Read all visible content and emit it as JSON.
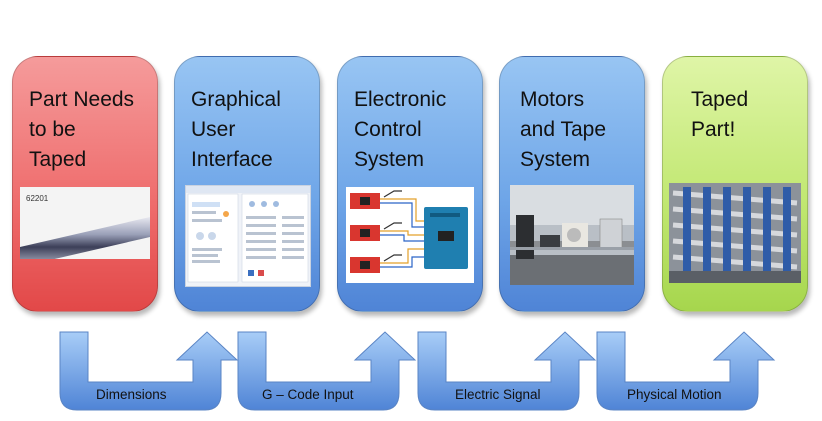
{
  "stages": [
    {
      "title": "Part Needs\nto be\nTaped",
      "image_text": "62201"
    },
    {
      "title": "Graphical\nUser\nInterface"
    },
    {
      "title": "Electronic\nControl\nSystem"
    },
    {
      "title": "Motors\nand Tape\nSystem"
    },
    {
      "title": "Taped\nPart!"
    }
  ],
  "connectors": [
    {
      "label": "Dimensions"
    },
    {
      "label": "G – Code Input"
    },
    {
      "label": "Electric Signal"
    },
    {
      "label": "Physical Motion"
    }
  ],
  "colors": {
    "start_stage": "#e85a5a",
    "process_stage": "#6fa6e8",
    "end_stage": "#b5df60",
    "arrow": "#5b8fd8"
  },
  "icons": {
    "part": "steel-rod-photo",
    "gui": "software-window-screenshot",
    "electronics": "arduino-wiring-diagram",
    "motors": "tape-machine-photo",
    "taped_part": "taped-rods-photo"
  }
}
